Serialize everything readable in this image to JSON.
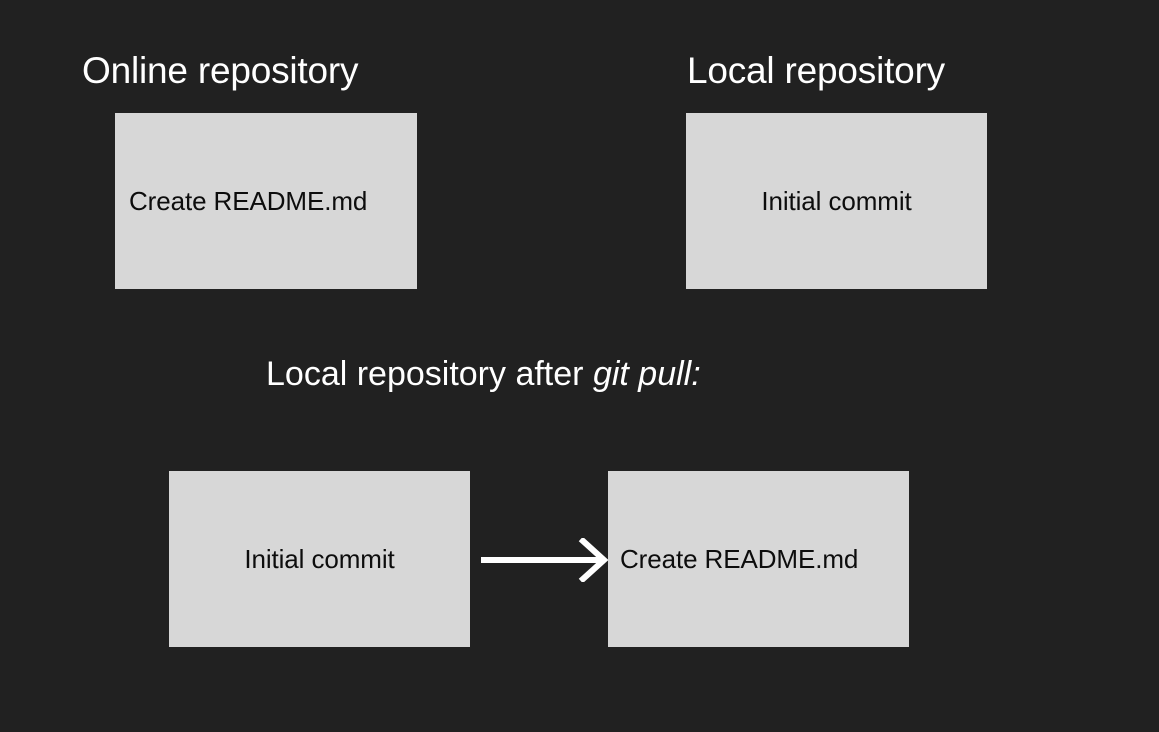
{
  "diagram": {
    "background_color": "#212121",
    "box_fill_color": "#d7d7d7",
    "box_text_color": "#0d0d0d",
    "title_color": "#ffffff",
    "arrow_color": "#ffffff",
    "top_row": {
      "online": {
        "title": "Online repository",
        "commit": "Create README.md"
      },
      "local": {
        "title": "Local repository",
        "commit": "Initial commit"
      }
    },
    "bottom_row": {
      "caption_prefix": "Local repository after ",
      "caption_command": "git pull:",
      "caption_full": "Local repository after git pull:",
      "commits": [
        {
          "label": "Initial commit"
        },
        {
          "label": "Create README.md"
        }
      ],
      "arrow_name": "right-arrow-icon"
    }
  }
}
